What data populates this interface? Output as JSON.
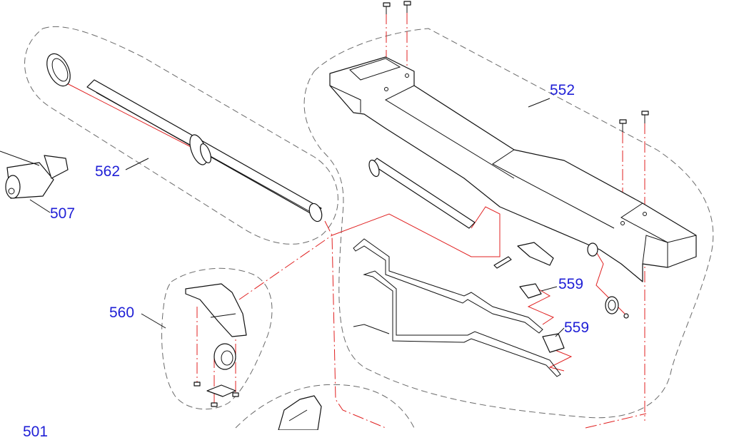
{
  "callouts": {
    "p552": "552",
    "p562": "562",
    "p507": "507",
    "p560": "560",
    "p559a": "559",
    "p559b": "559",
    "p501_partial": "501"
  },
  "colors": {
    "callout_text": "#1f1fd6",
    "centerline": "#e02020",
    "group_outline": "#6a6a6a",
    "part_stroke": "#111111"
  }
}
